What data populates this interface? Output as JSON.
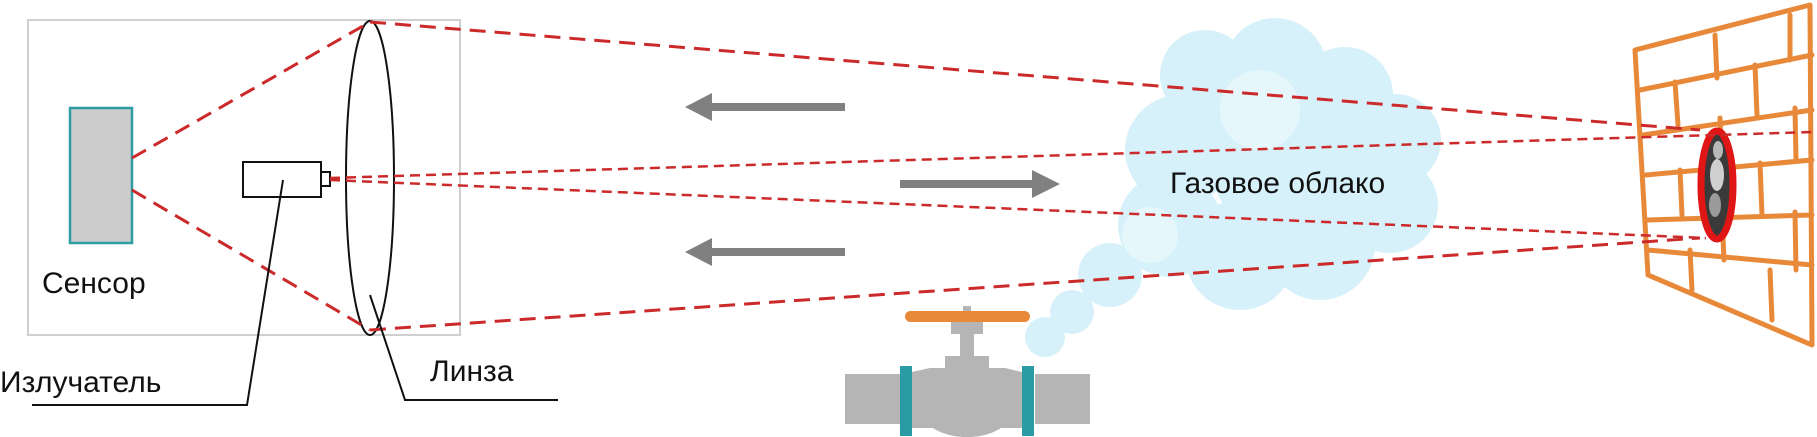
{
  "labels": {
    "sensor": "Сенсор",
    "emitter": "Излучатель",
    "lens": "Линза",
    "gas_cloud": "Газовое облако"
  },
  "colors": {
    "beam": "#cc2a2a",
    "arrow": "#808080",
    "sensor_fill": "#cccccc",
    "sensor_border": "#2f9ca3",
    "cloud": "#d6f1fa",
    "wall": "#e8893a",
    "valve_body": "#b5b5b5",
    "valve_flange": "#2a9aa3",
    "valve_handle": "#e8893a",
    "target_ring": "#e01515"
  },
  "icons": {
    "sensor": "sensor-rect",
    "emitter": "emitter-device",
    "lens": "lens-ellipse",
    "cloud": "gas-cloud",
    "wall": "brick-wall",
    "valve": "pipe-valve",
    "target": "reflection-target"
  }
}
